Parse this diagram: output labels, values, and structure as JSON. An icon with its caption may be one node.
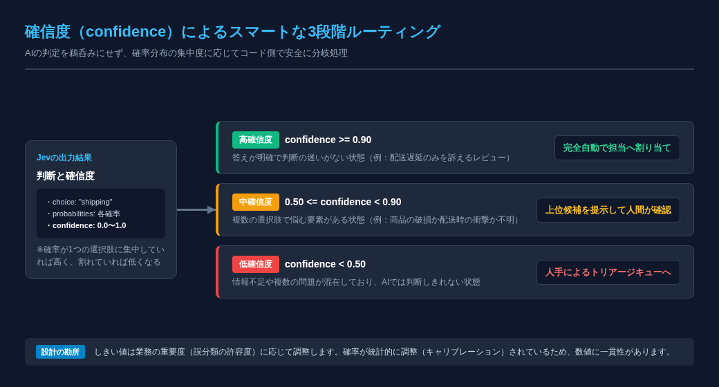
{
  "diagram": {
    "title": "確信度（confidence）によるスマートな3段階ルーティング",
    "nodes": [
      {
        "text": [
          "Jevの出力結果",
          "判断と確信度",
          "※確率が1つの選択肢に集中していれば高く、割れていれば低くなる"
        ]
      },
      {
        "text": [
          "・choice: \"shipping\"",
          "・probabilities: 各確率",
          "・confidence: 0.0〜1.0"
        ],
        "in": 0
      },
      {
        "text": [
          "confidence >= 0.90",
          "答えが明確で判断の迷いがない状態（例：配送遅延のみを訴えるレビュー）"
        ]
      },
      {
        "text": [
          "高確信度"
        ],
        "in": 2
      },
      {
        "text": [
          "完全自動で担当へ割り当て"
        ],
        "in": 2
      },
      {
        "text": [
          "0.50 <= confidence < 0.90",
          "複数の選択肢で悩む要素がある状態（例：商品の破損か配送時の衝撃か不明）"
        ]
      },
      {
        "text": [
          "中確信度"
        ],
        "in": 5
      },
      {
        "text": [
          "上位候補を提示して人間が確認"
        ],
        "in": 5
      },
      {
        "text": [
          "confidence < 0.50",
          "情報不足や複数の問題が混在しており、AIでは判断しきれない状態"
        ]
      },
      {
        "text": [
          "低確信度"
        ],
        "in": 8
      },
      {
        "text": [
          "人手によるトリアージキューへ"
        ],
        "in": 8
      },
      {
        "text": [
          "しきい値は業務の重要度（誤分類の許容度）に応じて調整します。確率が統計的に調整（キャリブレーション）されているため、数値に一貫性があります。"
        ]
      },
      {
        "text": [
          "設計の勘所"
        ],
        "in": 11
      }
    ],
    "edges": [
      {
        "from": 0,
        "to": 5,
        "arrow": "to"
      }
    ],
    "labels": [
      "AIの判定を鵜呑みにせず、確率分布の集中度に応じてコード側で安全に分岐処理"
    ]
  }
}
